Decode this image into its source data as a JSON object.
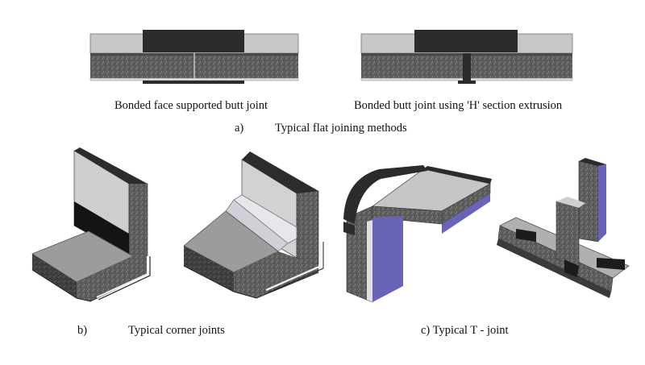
{
  "captions": {
    "flat_left": "Bonded face supported butt joint",
    "flat_right": "Bonded butt joint using 'H' section extrusion",
    "a_label": "a)",
    "a_title": "Typical flat joining methods",
    "b_label": "b)",
    "b_title": "Typical corner joints",
    "c_title": "c) Typical T - joint"
  },
  "colors": {
    "skin_light": "#c9c9c9",
    "skin_dark": "#2d2d2d",
    "core": "#6b6b6b",
    "extrusion": "#d8d8e0",
    "purple": "#6a64b8",
    "white_edge": "#f2f2f2"
  }
}
